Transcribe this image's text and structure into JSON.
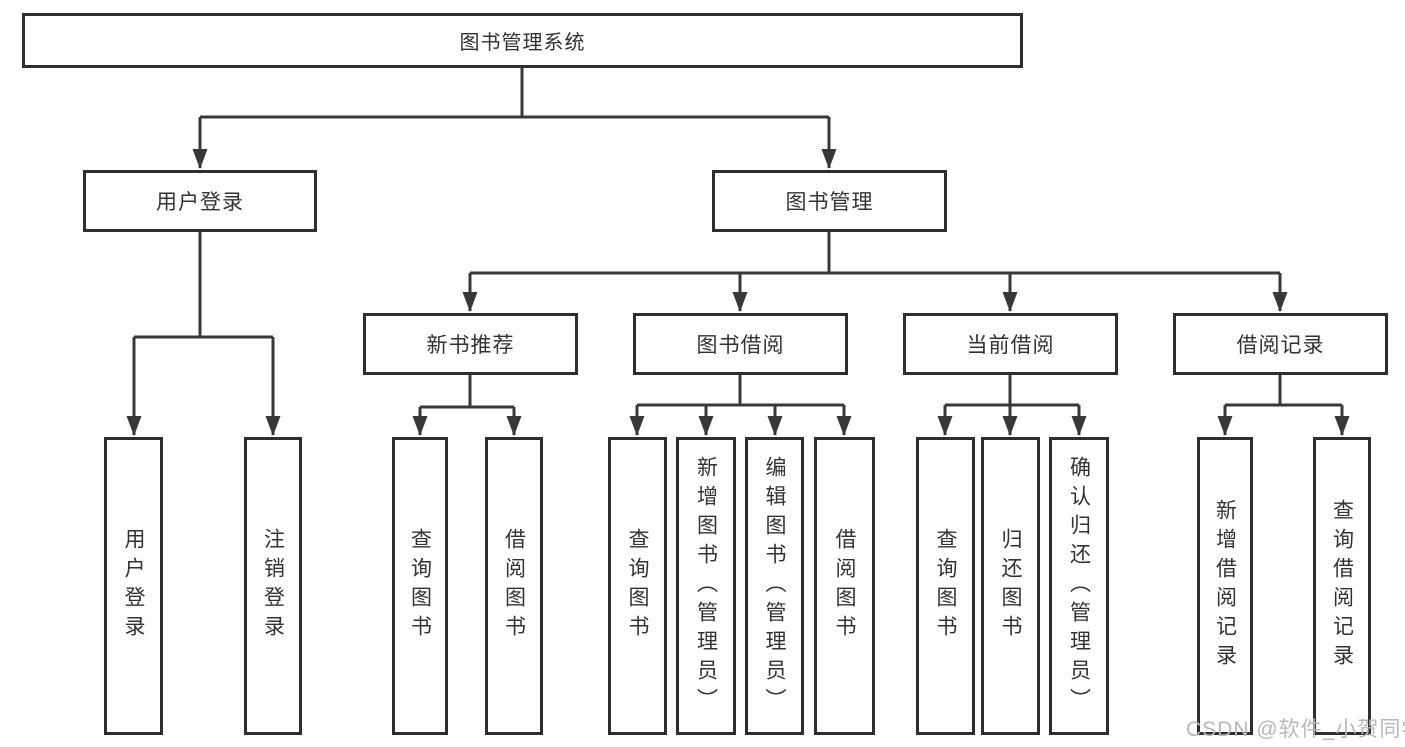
{
  "tree": {
    "label": "图书管理系统",
    "children": [
      {
        "label": "用户登录",
        "children": [
          {
            "label": "用户登录"
          },
          {
            "label": "注销登录"
          }
        ]
      },
      {
        "label": "图书管理",
        "children": [
          {
            "label": "新书推荐",
            "children": [
              {
                "label": "查询图书"
              },
              {
                "label": "借阅图书"
              }
            ]
          },
          {
            "label": "图书借阅",
            "children": [
              {
                "label": "查询图书"
              },
              {
                "label": "新增图书（管理员）"
              },
              {
                "label": "编辑图书（管理员）"
              },
              {
                "label": "借阅图书"
              }
            ]
          },
          {
            "label": "当前借阅",
            "children": [
              {
                "label": "查询图书"
              },
              {
                "label": "归还图书"
              },
              {
                "label": "确认归还（管理员）"
              }
            ]
          },
          {
            "label": "借阅记录",
            "children": [
              {
                "label": "新增借阅记录"
              },
              {
                "label": "查询借阅记录"
              }
            ]
          }
        ]
      }
    ]
  },
  "watermark": "CSDN @软件_小贺同学",
  "colors": {
    "line": "#383838",
    "box_border": "#2e2e2e",
    "text": "#333333",
    "watermark": "#b8b8b8",
    "background": "#ffffff"
  }
}
